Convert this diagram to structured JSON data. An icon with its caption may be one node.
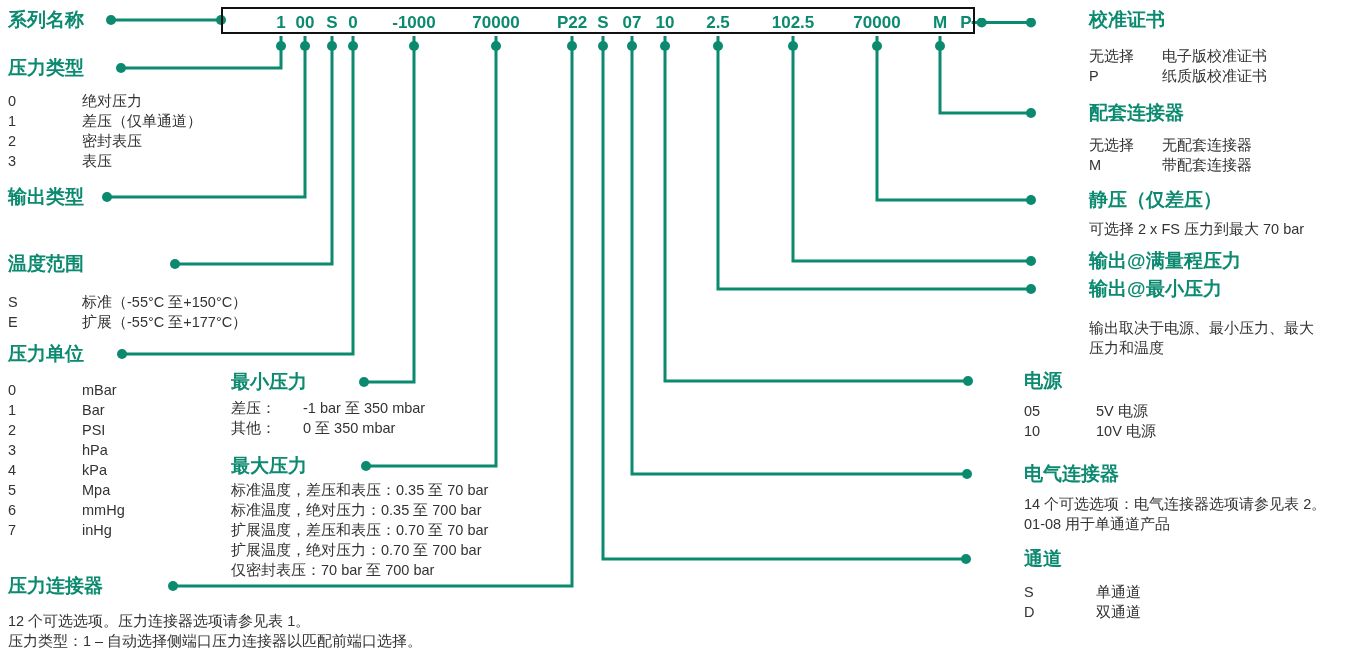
{
  "diagram": {
    "nodes": [
      {
        "text": [
          "系列名称"
        ]
      },
      {
        "text": [],
        "shape": "box"
      },
      {
        "text": [
          "1"
        ],
        "in": 1
      },
      {
        "text": [
          "00"
        ],
        "in": 1
      },
      {
        "text": [
          "S"
        ],
        "in": 1
      },
      {
        "text": [
          "0"
        ],
        "in": 1
      },
      {
        "text": [
          "-1000"
        ],
        "in": 1
      },
      {
        "text": [
          "70000"
        ],
        "in": 1
      },
      {
        "text": [
          "P22"
        ],
        "in": 1
      },
      {
        "text": [
          "S"
        ],
        "in": 1
      },
      {
        "text": [
          "07"
        ],
        "in": 1
      },
      {
        "text": [
          "10"
        ],
        "in": 1
      },
      {
        "text": [
          "2.5"
        ],
        "in": 1
      },
      {
        "text": [
          "102.5"
        ],
        "in": 1
      },
      {
        "text": [
          "70000"
        ],
        "in": 1
      },
      {
        "text": [
          "M"
        ],
        "in": 1
      },
      {
        "text": [
          "P"
        ],
        "in": 1
      },
      {
        "text": [
          "校准证书"
        ],
        "beside": [
          "无选择",
          "电子版校准证书",
          "P",
          "纸质版校准证书"
        ]
      },
      {
        "text": [
          "压力类型"
        ],
        "beside": [
          "0",
          "绝对压力",
          "1",
          "差压（仅单通道）",
          "2",
          "密封表压",
          "3",
          "表压"
        ]
      },
      {
        "text": [
          "配套连接器"
        ],
        "beside": [
          "无选择",
          "无配套连接器",
          "M",
          "带配套连接器"
        ]
      },
      {
        "text": [
          "静压（仅差压）"
        ],
        "beside": [
          "可选择 2 x FS 压力到最大 70 bar"
        ]
      },
      {
        "text": [
          "输出类型"
        ]
      },
      {
        "text": [
          "输出@满量程压力"
        ]
      },
      {
        "text": [
          "温度范围"
        ],
        "beside": [
          "S",
          "标准（-55°C 至+150°C）",
          "E",
          "扩展（-55°C 至+177°C）"
        ]
      },
      {
        "text": [
          "输出@最小压力"
        ],
        "beside": [
          "输出取决于电源、最小压力、最大压力和温度"
        ]
      },
      {
        "text": [
          "压力单位"
        ],
        "beside": [
          "0",
          "mBar",
          "1",
          "Bar",
          "2",
          "PSI",
          "3",
          "hPa",
          "4",
          "kPa",
          "5",
          "Mpa",
          "6",
          "mmHg",
          "7",
          "inHg"
        ]
      },
      {
        "text": [
          "电源"
        ],
        "beside": [
          "05",
          "5V 电源",
          "10",
          "10V 电源"
        ]
      },
      {
        "text": [
          "最小压力"
        ],
        "beside": [
          "差压：",
          "-1 bar 至 350 mbar",
          "其他：",
          "0 至 350 mbar"
        ]
      },
      {
        "text": [
          "最大压力"
        ],
        "beside": [
          "标准温度，差压和表压：0.35 至 70 bar",
          "标准温度，绝对压力：0.35 至 700 bar",
          "扩展温度，差压和表压：0.70 至 70 bar",
          "扩展温度，绝对压力：0.70 至 700 bar",
          "仅密封表压：70 bar 至 700 bar"
        ]
      },
      {
        "text": [
          "电气连接器"
        ],
        "beside": [
          "14 个可选选项：电气连接器选项请参见表 2。",
          "01-08 用于单通道产品"
        ]
      },
      {
        "text": [
          "通道"
        ],
        "beside": [
          "S",
          "单通道",
          "D",
          "双通道"
        ]
      },
      {
        "text": [
          "压力连接器"
        ],
        "beside": [
          "12 个可选选项。压力连接器选项请参见表 1。",
          "压力类型：1 – 自动选择侧端口压力连接器以匹配前端口选择。"
        ]
      }
    ],
    "edges": [
      {
        "from": 0,
        "to": 1,
        "arrow": "other"
      },
      {
        "from": 2,
        "to": 18,
        "arrow": "other"
      },
      {
        "from": 3,
        "to": 21,
        "arrow": "other"
      },
      {
        "from": 4,
        "to": 23,
        "arrow": "other"
      },
      {
        "from": 5,
        "to": 25,
        "arrow": "other"
      },
      {
        "from": 6,
        "to": 27,
        "arrow": "other"
      },
      {
        "from": 7,
        "to": 28,
        "arrow": "other"
      },
      {
        "from": 8,
        "to": 31,
        "arrow": "other"
      },
      {
        "from": 9,
        "to": 30,
        "arrow": "other"
      },
      {
        "from": 10,
        "to": 29,
        "arrow": "other"
      },
      {
        "from": 11,
        "to": 26,
        "arrow": "other"
      },
      {
        "from": 12,
        "to": 24,
        "arrow": "other"
      },
      {
        "from": 13,
        "to": 22,
        "arrow": "other"
      },
      {
        "from": 14,
        "to": 20,
        "arrow": "other"
      },
      {
        "from": 15,
        "to": 19,
        "arrow": "other"
      },
      {
        "from": 16,
        "to": 17,
        "arrow": "other"
      }
    ]
  }
}
